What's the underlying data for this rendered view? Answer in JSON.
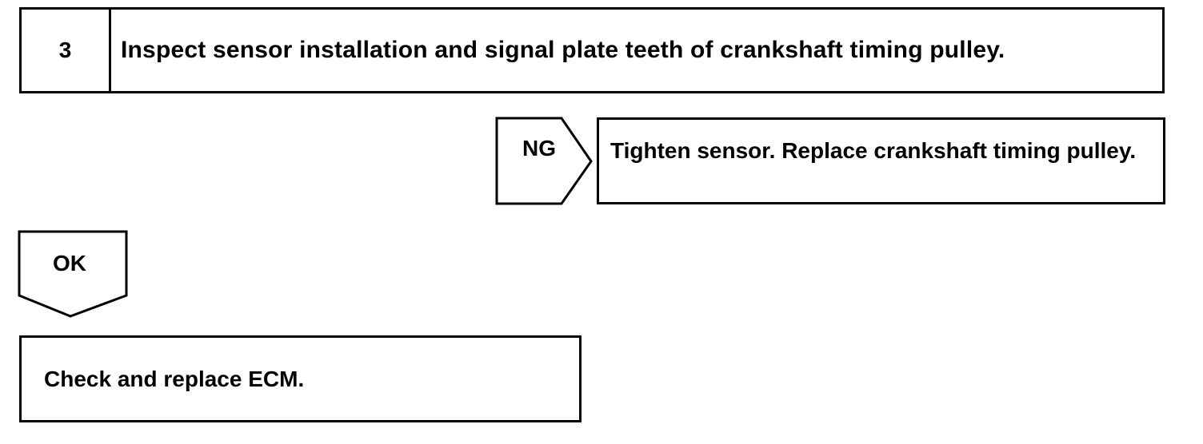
{
  "step": {
    "number": "3",
    "title": "Inspect sensor installation and signal plate teeth of crankshaft timing pulley."
  },
  "ng_branch": {
    "label": "NG",
    "action": "Tighten sensor. Replace crankshaft timing pulley."
  },
  "ok_branch": {
    "label": "OK",
    "action": "Check and replace ECM."
  }
}
